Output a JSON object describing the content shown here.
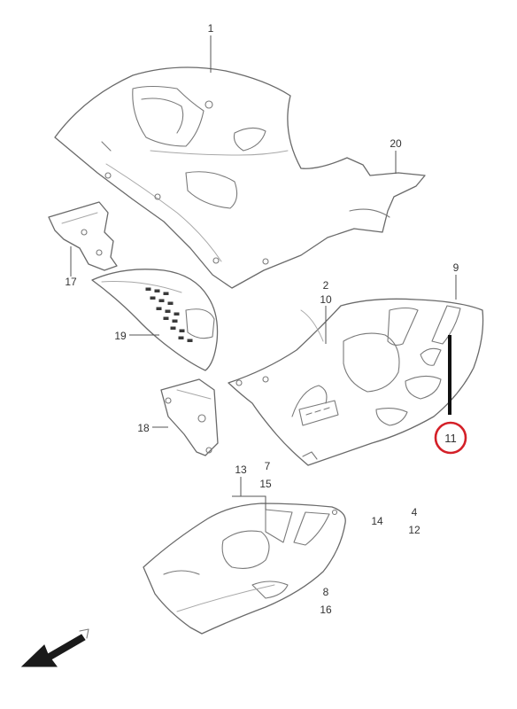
{
  "callouts": {
    "c1": "1",
    "c20": "20",
    "c17": "17",
    "c19": "19",
    "c18": "18",
    "c2": "2",
    "c10": "10",
    "c9": "9",
    "c11": "11",
    "c13": "13",
    "c7": "7",
    "c15": "15",
    "c14": "14",
    "c4": "4",
    "c12": "12",
    "c8": "8",
    "c16": "16"
  },
  "highlight": {
    "part_number": "11",
    "ring_color": "#d42028",
    "bar_color": "#111111"
  }
}
